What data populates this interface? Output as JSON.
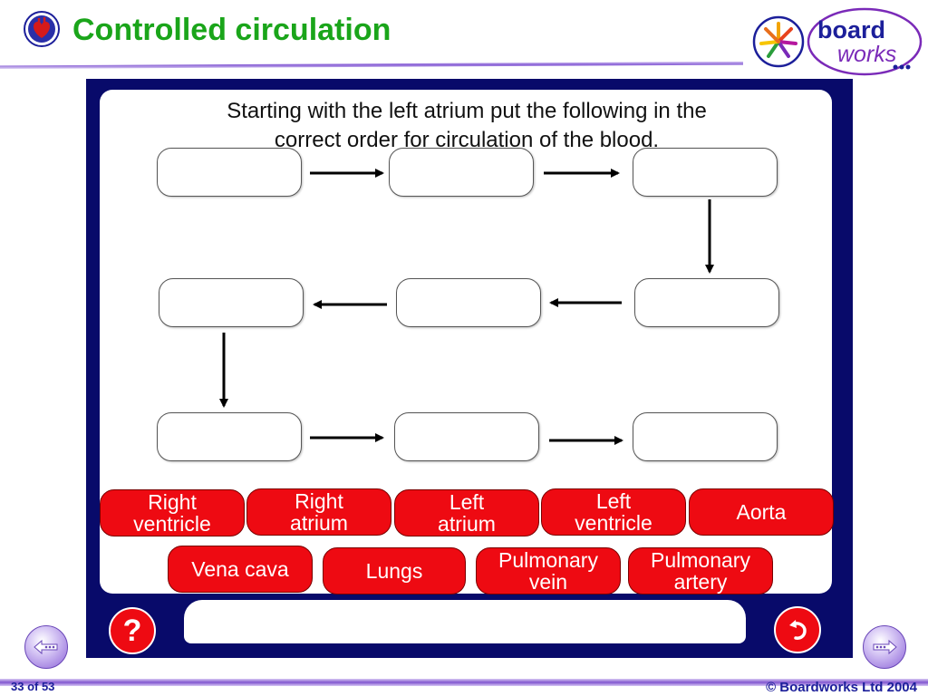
{
  "header": {
    "title": "Controlled circulation"
  },
  "logo": {
    "text_top": "board",
    "text_bottom": "works"
  },
  "activity": {
    "instructions": "Starting with the left atrium put the following in the correct order for circulation of the blood.",
    "cards": [
      {
        "label": "Right ventricle"
      },
      {
        "label": "Right atrium"
      },
      {
        "label": "Left atrium"
      },
      {
        "label": "Left ventricle"
      },
      {
        "label": "Aorta"
      },
      {
        "label": "Vena cava"
      },
      {
        "label": "Lungs"
      },
      {
        "label": "Pulmonary vein"
      },
      {
        "label": "Pulmonary artery"
      }
    ],
    "help_label": "?"
  },
  "footer": {
    "page": "33 of 53",
    "copyright": "© Boardworks Ltd 2004"
  },
  "icons": {
    "heart": "heart-icon",
    "help": "question-mark-icon",
    "reset": "reset-arrow-icon",
    "prev": "previous-slide-icon",
    "next": "next-slide-icon"
  },
  "colors": {
    "title": "#1aa51a",
    "panel": "#080a6a",
    "card": "#ee0a12",
    "accent": "#8a62d6"
  }
}
